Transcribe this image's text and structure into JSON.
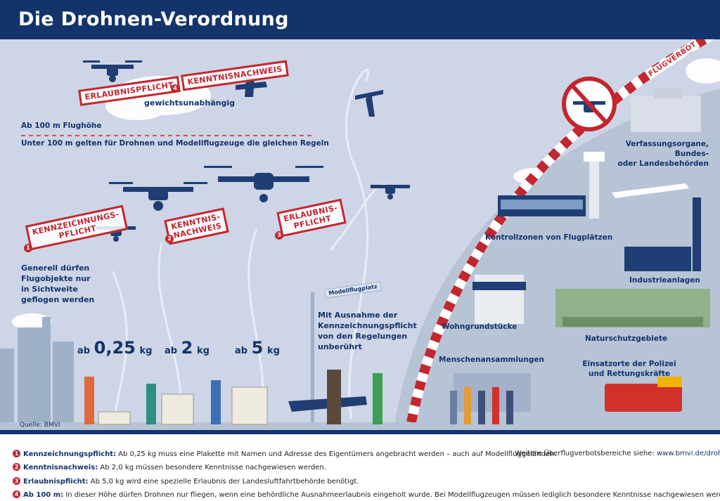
{
  "title": "Die Drohnen-Verordnung",
  "altitude": {
    "line_label": "Ab 100 m Flughöhe",
    "below_text": "Unter 100 m gelten für Drohnen und Modellflugzeuge die gleichen Regeln",
    "stamp_left": "ERLAUBNISPFLICHT",
    "stamp_num": "4",
    "stamp_right": "KENNTNISNACHWEIS",
    "weight_note": "gewichtsunabhängig"
  },
  "stamps": [
    {
      "num": "1",
      "line1": "KENNZEICHNUNGS-",
      "line2": "PFLICHT"
    },
    {
      "num": "2",
      "line1": "KENNTNIS-",
      "line2": "NACHWEIS"
    },
    {
      "num": "3",
      "line1": "ERLAUBNIS-",
      "line2": "PFLICHT"
    }
  ],
  "sight_text": [
    "Generell dürfen",
    "Flugobjekte nur",
    "in Sichtweite",
    "geflogen werden"
  ],
  "weights": [
    {
      "prefix": "ab",
      "value": "0,25",
      "unit": "kg"
    },
    {
      "prefix": "ab",
      "value": "2",
      "unit": "kg"
    },
    {
      "prefix": "ab",
      "value": "5",
      "unit": "kg"
    }
  ],
  "modelflug": {
    "sign": "Modellflugplatz",
    "text": [
      "Mit Ausnahme der",
      "Kennzeichnungspflicht",
      "von den Regelungen",
      "unberührt"
    ]
  },
  "flugverbot": "FLUGVERBOT",
  "zones": {
    "verfassung": [
      "Verfassungsorgane, Bundes-",
      "oder Landesbehörden"
    ],
    "kontroll": "Kontrollzonen von Flugplätzen",
    "industrie": "Industrieanlagen",
    "wohn": "Wohngrundstücke",
    "natur": "Naturschutzgebiete",
    "menschen": "Menschenansammlungen",
    "einsatz": [
      "Einsatzorte der Polizei",
      "und Rettungskräfte"
    ]
  },
  "source": "Quelle: BMVI",
  "footer": {
    "more_text": "Weitere Überflugverbotsbereiche siehe:",
    "more_link": "www.bmvi.de/drohnen",
    "items": [
      {
        "num": "1",
        "term": "Kennzeichnungspflicht:",
        "text": " Ab 0,25 kg muss eine Plakette mit Namen und Adresse des Eigentümers angebracht werden – auch auf Modellfluggeländen."
      },
      {
        "num": "2",
        "term": "Kenntnisnachweis:",
        "text": " Ab 2,0 kg müssen besondere Kenntnisse nachgewiesen werden."
      },
      {
        "num": "3",
        "term": "Erlaubnispflicht:",
        "text": " Ab 5,0 kg wird eine spezielle Erlaubnis der Landesluftfahrtbehörde benötigt."
      },
      {
        "num": "4",
        "term": "Ab 100 m:",
        "text": " In dieser Höhe dürfen Drohnen nur fliegen, wenn eine behördliche Ausnahmeerlaubnis eingeholt wurde. Bei Modellflugzeugen müssen lediglich besondere Kenntnisse nachgewiesen werden."
      }
    ]
  },
  "colors": {
    "navy": "#13336b",
    "red": "#c4262e",
    "sky": "#cdd5e6",
    "hill": "#b7c4d6"
  }
}
